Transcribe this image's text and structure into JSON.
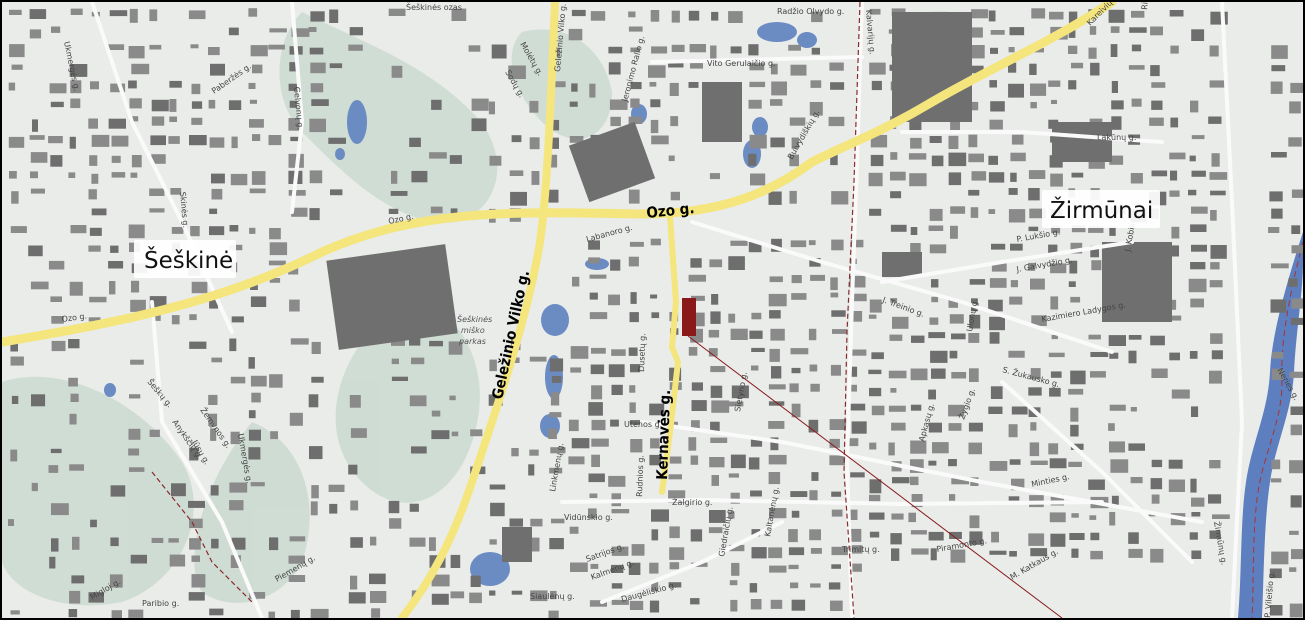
{
  "districts": {
    "seskine": "Šeškinė",
    "zirmunai": "Žirmūnai"
  },
  "major_roads": {
    "ozo": "Ozo g.",
    "gelezinio_vilko": "Geležinio Vilko g.",
    "kernaves": "Kernavės g."
  },
  "park": [
    "Šeškinės",
    "miško",
    "parkas"
  ],
  "streets": {
    "ukmerges_top": "Ukmergės g.",
    "paberzes": "Paberžės g.",
    "gelvanu": "Gelvonų g.",
    "seskines_ozo": "Šeškinės ozas",
    "gelezinio_vilko_top": "Geležinio Vilko g.",
    "jeronimo_ralio": "Jeronimo Ralio g.",
    "vito_gerulaicio": "Vito Gerulaičio g.",
    "radzio_olvydo": "Radžio Olvydo g.",
    "kalvariju": "Kalvarijų g.",
    "kareiviu": "Kareivių g.",
    "rinktines": "Rinktinės g.",
    "lakunu": "Lakūnų g.",
    "ozo_left": "Ozo g.",
    "ozo_far_left": "Ozo g.",
    "skines": "Skinės g.",
    "labanoro": "Labanoro g.",
    "buivydiskiu": "Buivydiškių g.",
    "pukiu": "P. Lukšio g.",
    "galvydzio": "J. Galvydžio g.",
    "kobiliaus": "J. Kobiliaus g.",
    "tvirnio": "J. Treinio g.",
    "ulonu": "Ulonų g.",
    "kazimiero_ladygos": "Kazimiero Ladygos g.",
    "zukausko": "S. Žukausko g.",
    "apkasu": "Apkasų g.",
    "zygio": "Žygio g.",
    "mintes": "Minties g.",
    "neries": "Neries g.",
    "zirmunu": "Žirmūnų g.",
    "vilejos": "P. Vileišio g.",
    "utenos": "Utenos g.",
    "dusetu": "Dusetų g.",
    "zalgirio": "Žalgirio g.",
    "linkmenu": "Linkmenų g.",
    "vidunskio": "Vidūnskio g.",
    "rudnios": "Rudnios g.",
    "giedraiciu": "Giedraičių g.",
    "kaltanenu": "Kaltanėnų g.",
    "trimitu": "Trimitų g.",
    "pramonės": "Piramonto g.",
    "katkaus": "M. Katkaus g.",
    "siaulenu": "Siaulėnų g.",
    "sietyno": "Sietyno g.",
    "ukmerges_left": "Ukmergės g.",
    "sesiu": "Šeškų g.",
    "mazoji": "Migloj g.",
    "paribio": "Paribio g.",
    "piemenu": "Piemenų g.",
    "satrijos": "Satrijos g.",
    "dvarelio": "Daugėliškio g.",
    "kaimenu": "Kalmenų g.",
    "justiniskiu": "Jūsų g.",
    "anyksciu": "Anykščių g.",
    "medynu": "Žemynos g.",
    "sodu": "Sodų g.",
    "molvaitiskio": "Molėtų g."
  },
  "colors": {
    "background": "#e9ece9",
    "building": "#7a7a7a",
    "major_road": "#f4e57d",
    "water": "#6b8bc3",
    "highlight": "#8a1a1a",
    "rail": "#8a2a2a"
  }
}
